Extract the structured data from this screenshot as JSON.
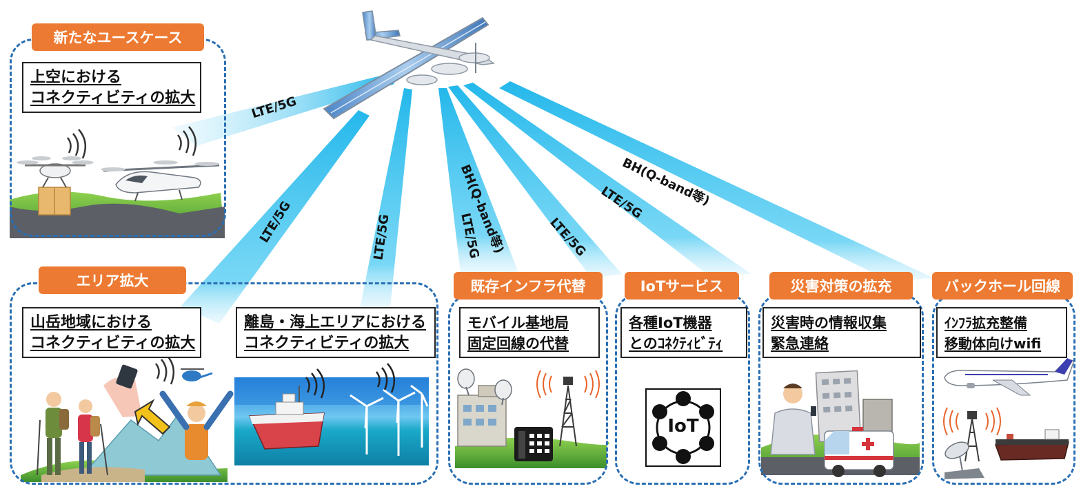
{
  "use_case": {
    "tag": "新たなユースケース",
    "box": [
      "上空における",
      "コネクティビティの拡大"
    ]
  },
  "area": {
    "tag": "エリア拡大",
    "mountain_box": [
      "山岳地域における",
      "コネクティビティの拡大"
    ],
    "island_box": [
      "離島・海上エリアにおける",
      "コネクティビティの拡大"
    ]
  },
  "infra": {
    "tag": "既存インフラ代替",
    "box": [
      "モバイル基地局",
      "固定回線の代替"
    ]
  },
  "iot": {
    "tag": "IoTサービス",
    "box": [
      "各種IoT機器",
      "とのｺﾈｸﾃｨﾋﾞﾃｨ"
    ],
    "icon_label": "IoT"
  },
  "disaster": {
    "tag": "災害対策の拡充",
    "box": [
      "災害時の情報収集",
      "緊急連絡"
    ]
  },
  "backhaul": {
    "tag": "バックホール回線",
    "box": [
      "ｲﾝﾌﾗ拡充整備",
      "移動体向けwifi"
    ]
  },
  "beams": {
    "uav": "LTE/5G",
    "mountain": "LTE/5G",
    "island": "LTE/5G",
    "infra_bh": "BH(Q-band等)",
    "infra_lte": "LTE/5G",
    "iot": "LTE/5G",
    "disaster": "LTE/5G",
    "backhaul": "BH(Q-band等)"
  },
  "colors": {
    "accent_orange": "#ed7a32",
    "frame_blue": "#2a6fb4",
    "beam_cyan": "#1fb8ea"
  },
  "icons": [
    "haps-aircraft-icon",
    "drone-icon",
    "air-taxi-icon",
    "hikers-icon",
    "ship-icon",
    "wind-turbine-icon",
    "building-icon",
    "radio-tower-icon",
    "fax-phone-icon",
    "iot-hub-icon",
    "ambulance-icon",
    "airplane-icon",
    "tanker-ship-icon",
    "parabolic-antenna-icon"
  ]
}
